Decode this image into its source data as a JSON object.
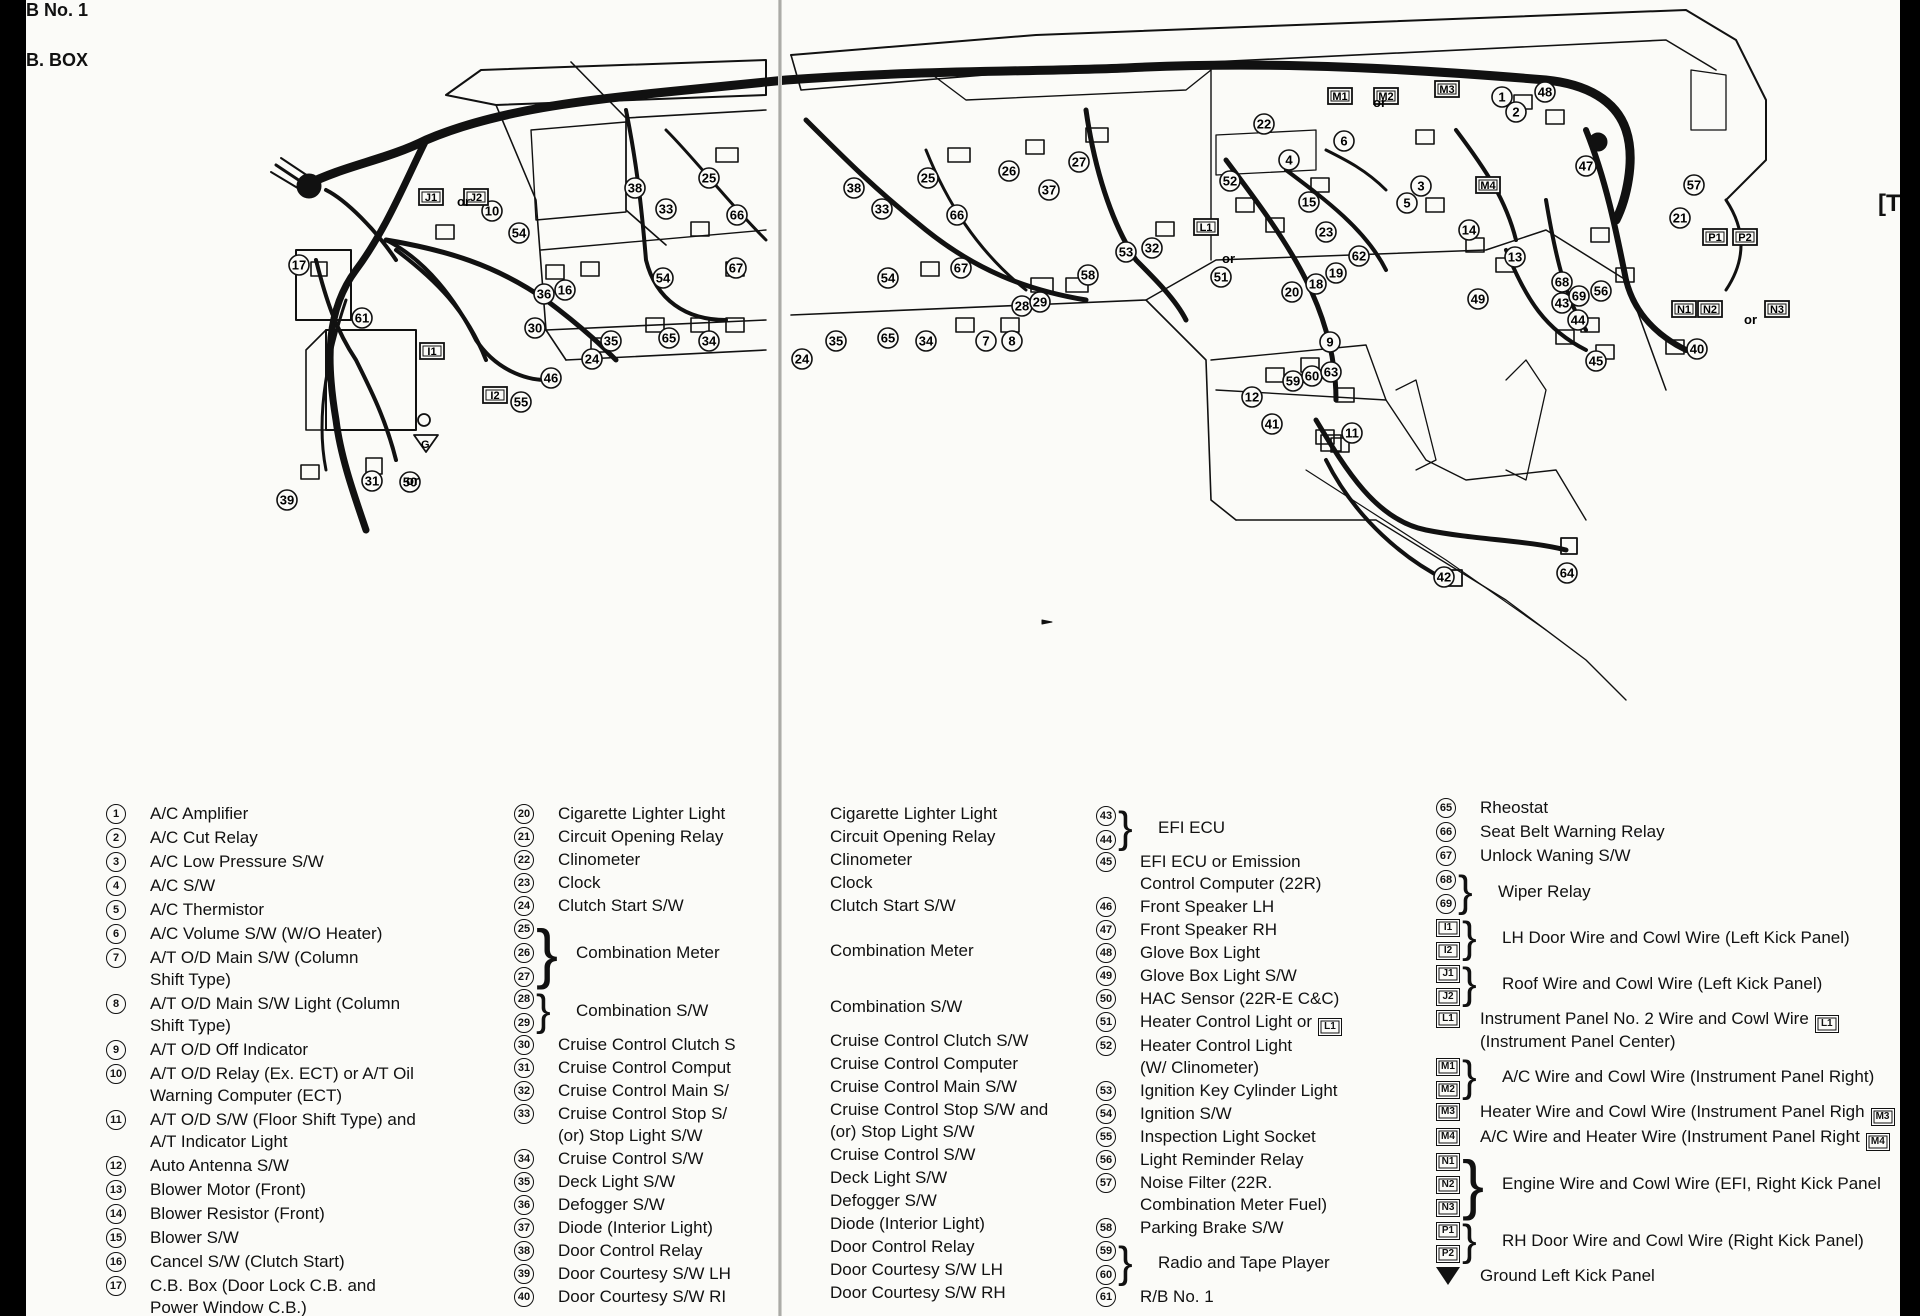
{
  "header": {
    "top_left_1": "B No. 1",
    "top_left_2": "B. BOX",
    "right_tag": "[TI"
  },
  "diagram": {
    "callouts": [
      "1",
      "2",
      "3",
      "4",
      "5",
      "6",
      "7",
      "8",
      "9",
      "10",
      "11",
      "12",
      "13",
      "14",
      "15",
      "16",
      "17",
      "18",
      "19",
      "20",
      "21",
      "22",
      "23",
      "24",
      "25",
      "26",
      "27",
      "28",
      "29",
      "30",
      "31",
      "32",
      "33",
      "34",
      "35",
      "36",
      "37",
      "38",
      "39",
      "40",
      "41",
      "42",
      "43",
      "44",
      "45",
      "46",
      "47",
      "48",
      "49",
      "50",
      "51",
      "52",
      "53",
      "54",
      "55",
      "56",
      "57",
      "58",
      "59",
      "60",
      "61",
      "62",
      "63",
      "64",
      "65",
      "66",
      "67",
      "68",
      "69"
    ],
    "boxes": [
      "J1",
      "J2",
      "I1",
      "I2",
      "L1",
      "M1",
      "M2",
      "M3",
      "M4",
      "P1",
      "P2",
      "N1",
      "N2",
      "N3"
    ],
    "conj_or": "or",
    "ground_mark": "G"
  },
  "legend_col1": [
    {
      "n": "1",
      "t": "A/C Amplifier"
    },
    {
      "n": "2",
      "t": "A/C Cut Relay"
    },
    {
      "n": "3",
      "t": "A/C Low Pressure S/W"
    },
    {
      "n": "4",
      "t": "A/C S/W"
    },
    {
      "n": "5",
      "t": "A/C Thermistor"
    },
    {
      "n": "6",
      "t": "A/C Volume S/W (W/O Heater)"
    },
    {
      "n": "7",
      "t": "A/T O/D Main S/W (Column",
      "t2": "Shift Type)"
    },
    {
      "n": "8",
      "t": "A/T O/D Main S/W Light (Column",
      "t2": "Shift Type)"
    },
    {
      "n": "9",
      "t": "A/T O/D Off Indicator"
    },
    {
      "n": "10",
      "t": "A/T O/D Relay (Ex. ECT) or A/T Oil",
      "t2": "Warning Computer (ECT)"
    },
    {
      "n": "11",
      "t": "A/T O/D S/W (Floor Shift Type) and",
      "t2": "A/T Indicator Light"
    },
    {
      "n": "12",
      "t": "Auto Antenna S/W"
    },
    {
      "n": "13",
      "t": "Blower Motor (Front)"
    },
    {
      "n": "14",
      "t": "Blower Resistor (Front)"
    },
    {
      "n": "15",
      "t": "Blower S/W"
    },
    {
      "n": "16",
      "t": "Cancel S/W (Clutch Start)"
    },
    {
      "n": "17",
      "t": "C.B. Box (Door Lock C.B. and",
      "t2": "Power Window C.B.)"
    }
  ],
  "legend_col2": [
    {
      "n": "20",
      "t": "Cigarette Lighter Light"
    },
    {
      "n": "21",
      "t": "Circuit Opening Relay"
    },
    {
      "n": "22",
      "t": "Clinometer"
    },
    {
      "n": "23",
      "t": "Clock"
    },
    {
      "n": "24",
      "t": "Clutch Start S/W"
    },
    {
      "group": [
        "25",
        "26",
        "27"
      ],
      "t": "Combination Meter"
    },
    {
      "group": [
        "28",
        "29"
      ],
      "t": "Combination S/W"
    },
    {
      "n": "30",
      "t": "Cruise Control Clutch S"
    },
    {
      "n": "31",
      "t": "Cruise Control Comput"
    },
    {
      "n": "32",
      "t": "Cruise Control Main S/"
    },
    {
      "n": "33",
      "t": "Cruise Control Stop S/",
      "t2": "(or) Stop Light S/W"
    },
    {
      "n": "34",
      "t": "Cruise Control S/W"
    },
    {
      "n": "35",
      "t": "Deck Light S/W"
    },
    {
      "n": "36",
      "t": "Defogger S/W"
    },
    {
      "n": "37",
      "t": "Diode (Interior Light)"
    },
    {
      "n": "38",
      "t": "Door Control Relay"
    },
    {
      "n": "39",
      "t": "Door Courtesy S/W LH"
    },
    {
      "n": "40",
      "t": "Door Courtesy S/W RI"
    }
  ],
  "legend_col2b": [
    {
      "t": "Cigarette Lighter Light"
    },
    {
      "t": "Circuit Opening Relay"
    },
    {
      "t": "Clinometer"
    },
    {
      "t": "Clock"
    },
    {
      "t": "Clutch Start S/W"
    },
    {
      "t": "Combination Meter",
      "tall": "3"
    },
    {
      "t": "Combination S/W",
      "tall": "2"
    },
    {
      "t": "Cruise Control Clutch S/W"
    },
    {
      "t": "Cruise Control Computer"
    },
    {
      "t": "Cruise Control Main S/W"
    },
    {
      "t": "Cruise Control Stop S/W and",
      "t2": "(or) Stop Light S/W"
    },
    {
      "t": "Cruise Control S/W"
    },
    {
      "t": "Deck Light S/W"
    },
    {
      "t": "Defogger S/W"
    },
    {
      "t": "Diode (Interior Light)"
    },
    {
      "t": "Door Control Relay"
    },
    {
      "t": "Door Courtesy S/W LH"
    },
    {
      "t": "Door Courtesy S/W RH"
    }
  ],
  "legend_col3": [
    {
      "group": [
        "43",
        "44"
      ],
      "t": "EFI ECU"
    },
    {
      "n": "45",
      "t": "EFI ECU or Emission",
      "t2": "Control Computer (22R)"
    },
    {
      "n": "46",
      "t": "Front Speaker LH"
    },
    {
      "n": "47",
      "t": "Front Speaker RH"
    },
    {
      "n": "48",
      "t": "Glove Box Light"
    },
    {
      "n": "49",
      "t": "Glove Box Light S/W"
    },
    {
      "n": "50",
      "t": "HAC Sensor (22R-E C&C)"
    },
    {
      "n": "51",
      "t": "Heater Control Light or",
      "box": "L1"
    },
    {
      "n": "52",
      "t": "Heater Control Light",
      "t2": "(W/ Clinometer)"
    },
    {
      "n": "53",
      "t": "Ignition Key Cylinder Light"
    },
    {
      "n": "54",
      "t": "Ignition S/W"
    },
    {
      "n": "55",
      "t": "Inspection Light Socket"
    },
    {
      "n": "56",
      "t": "Light Reminder Relay"
    },
    {
      "n": "57",
      "t": "Noise Filter (22R.",
      "t2": "Combination Meter Fuel)"
    },
    {
      "n": "58",
      "t": "Parking Brake S/W"
    },
    {
      "group": [
        "59",
        "60"
      ],
      "t": "Radio and Tape Player"
    },
    {
      "n": "61",
      "t": "R/B No. 1"
    }
  ],
  "legend_col4": [
    {
      "n": "65",
      "t": "Rheostat"
    },
    {
      "n": "66",
      "t": "Seat Belt Warning Relay"
    },
    {
      "n": "67",
      "t": "Unlock Waning S/W"
    },
    {
      "group": [
        "68",
        "69"
      ],
      "t": "Wiper Relay"
    },
    {
      "boxgroup": [
        "I1",
        "I2"
      ],
      "t": "LH Door Wire and Cowl Wire (Left Kick Panel)"
    },
    {
      "boxgroup": [
        "J1",
        "J2"
      ],
      "t": "Roof Wire and Cowl Wire (Left Kick Panel)"
    },
    {
      "box": "L1",
      "t": "Instrument Panel No. 2 Wire and Cowl Wire",
      "t2": "(Instrument Panel Center)"
    },
    {
      "boxgroup": [
        "M1",
        "M2"
      ],
      "t": "A/C Wire and Cowl Wire (Instrument Panel Right)"
    },
    {
      "box": "M3",
      "t": "Heater Wire and Cowl Wire (Instrument Panel Righ"
    },
    {
      "box": "M4",
      "t": "A/C Wire and Heater Wire (Instrument Panel Right"
    },
    {
      "boxgroup": [
        "N1",
        "N2",
        "N3"
      ],
      "t": "Engine Wire and Cowl Wire (EFI, Right Kick Panel"
    },
    {
      "boxgroup": [
        "P1",
        "P2"
      ],
      "t": "RH Door Wire and Cowl Wire (Right Kick Panel)"
    },
    {
      "tri": "G",
      "t": "Ground Left Kick Panel"
    }
  ]
}
